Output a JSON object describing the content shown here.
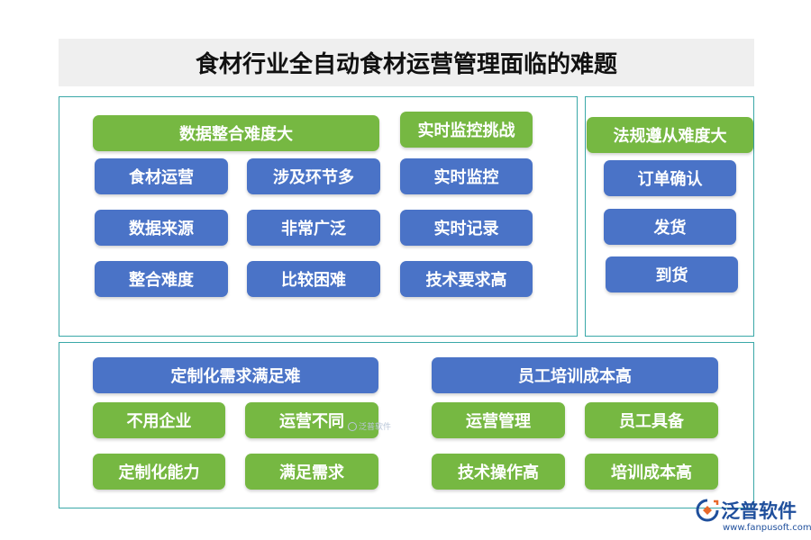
{
  "title": "食材行业全自动食材运营管理面临的难题",
  "panels": {
    "top_left": {
      "data_integration": {
        "header": "数据整合难度大",
        "items": [
          "食材运营",
          "涉及环节多",
          "数据来源",
          "非常广泛",
          "整合难度",
          "比较困难"
        ]
      },
      "realtime_monitoring": {
        "header": "实时监控挑战",
        "items": [
          "实时监控",
          "实时记录",
          "技术要求高"
        ]
      }
    },
    "top_right": {
      "compliance": {
        "header": "法规遵从难度大",
        "items": [
          "订单确认",
          "发货",
          "到货"
        ]
      }
    },
    "bottom": {
      "customization": {
        "header": "定制化需求满足难",
        "items": [
          "不用企业",
          "运营不同",
          "定制化能力",
          "满足需求"
        ]
      },
      "training": {
        "header": "员工培训成本高",
        "items": [
          "运营管理",
          "员工具备",
          "技术操作高",
          "培训成本高"
        ]
      }
    }
  },
  "watermark": "泛普软件",
  "logo": {
    "name": "泛普软件",
    "url": "www.fanpusoft.com"
  },
  "colors": {
    "green": "#76b842",
    "blue": "#4a73c7",
    "border": "#3aa8a8",
    "title_bg": "#efefef"
  }
}
